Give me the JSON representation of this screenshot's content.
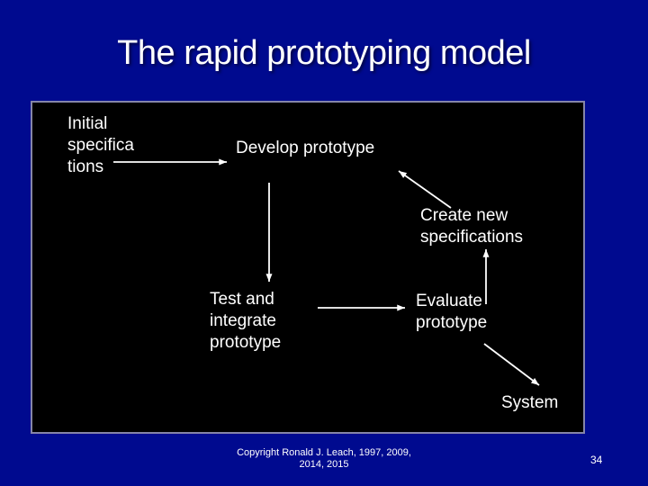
{
  "slide": {
    "title": "The rapid prototyping model",
    "footer": "Copyright Ronald J. Leach, 1997, 2009,\n2014, 2015",
    "page_number": "34"
  },
  "diagram": {
    "nodes": {
      "initial_specifications": "Initial\nspecifica\ntions",
      "develop_prototype": "Develop prototype",
      "create_new_specifications": "Create new\nspecifications",
      "test_integrate_prototype": "Test and\nintegrate\nprototype",
      "evaluate_prototype": "Evaluate\nprototype",
      "system": "System"
    },
    "edges": [
      {
        "from": "initial_specifications",
        "to": "develop_prototype"
      },
      {
        "from": "develop_prototype",
        "to": "test_integrate_prototype"
      },
      {
        "from": "test_integrate_prototype",
        "to": "evaluate_prototype"
      },
      {
        "from": "evaluate_prototype",
        "to": "create_new_specifications"
      },
      {
        "from": "create_new_specifications",
        "to": "develop_prototype"
      },
      {
        "from": "evaluate_prototype",
        "to": "system"
      }
    ]
  },
  "colors": {
    "slide_background": "#000A8F",
    "diagram_background": "#000000",
    "diagram_border": "#8585A8",
    "text": "#FFFFFF",
    "arrow": "#FFFFFF"
  }
}
